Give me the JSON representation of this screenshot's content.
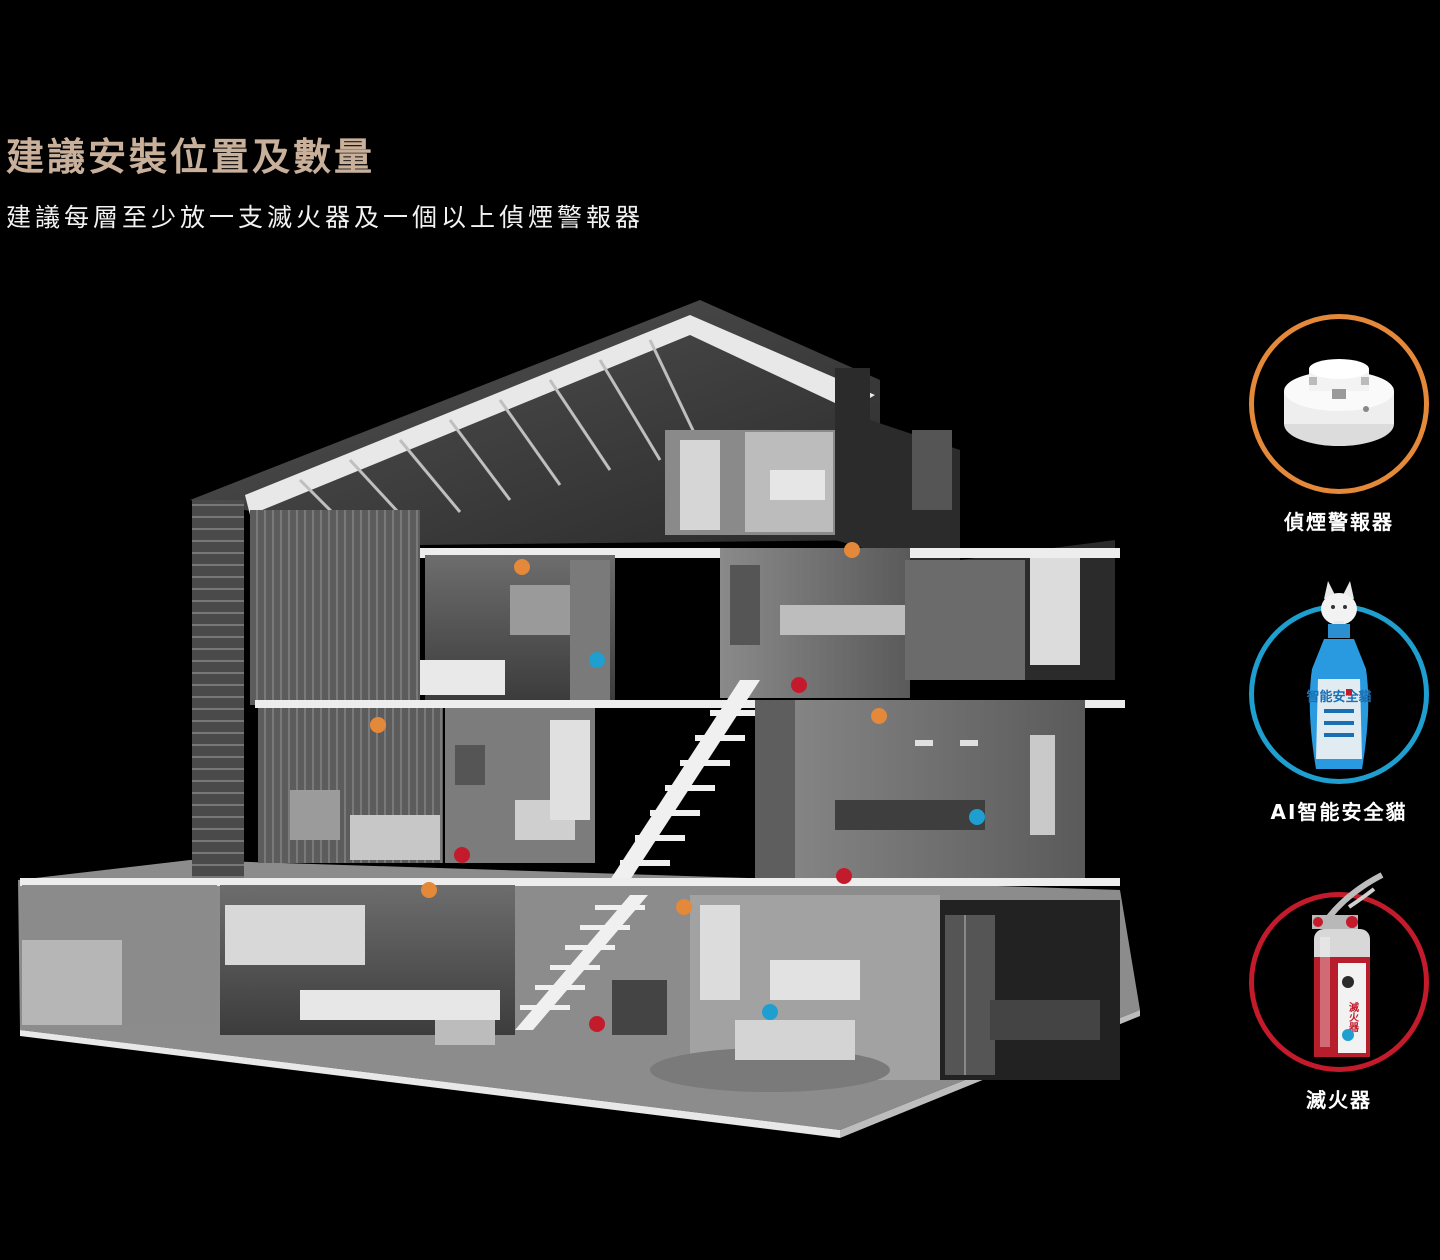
{
  "header": {
    "title": "建議安裝位置及數量",
    "subtitle": "建議每層至少放一支滅火器及一個以上偵煙警報器"
  },
  "legend": [
    {
      "label": "偵煙警報器",
      "color": "#e4883a",
      "icon": "smoke-detector-icon"
    },
    {
      "label": "AI智能安全貓",
      "color": "#1f9fcf",
      "icon": "safety-cat-extinguisher-icon"
    },
    {
      "label": "滅火器",
      "color": "#c41b2c",
      "icon": "fire-extinguisher-icon"
    }
  ],
  "markers": {
    "smoke_detector_color": "#e4883a",
    "safety_cat_color": "#1f9fcf",
    "extinguisher_color": "#c41b2c"
  },
  "product_text": {
    "cat_bottle": "智能安全貓",
    "extinguisher": "滅火器"
  }
}
